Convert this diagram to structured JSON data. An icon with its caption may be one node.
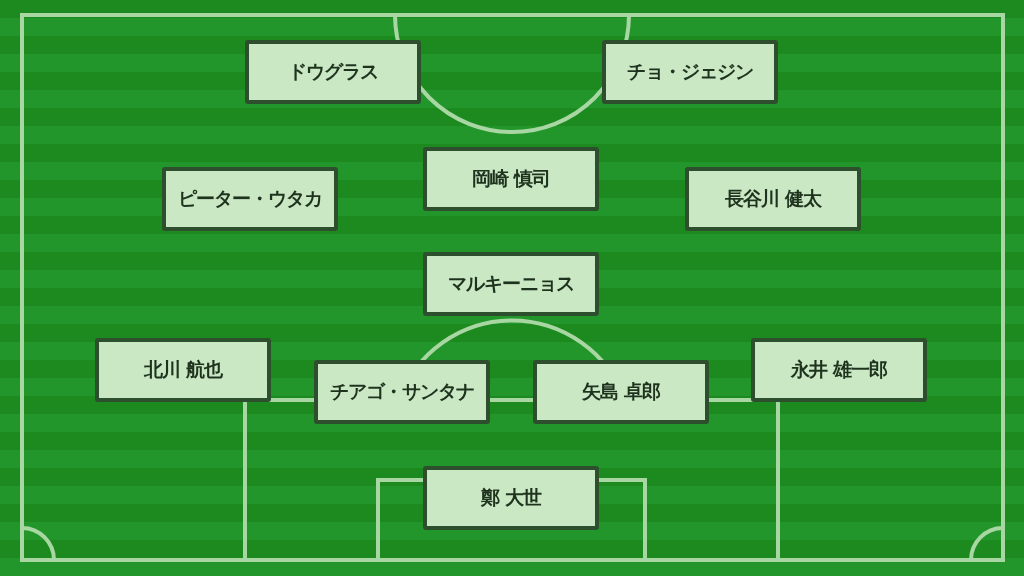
{
  "diagram": {
    "nodes": [
      {
        "text": [
          "ドウグラス"
        ]
      },
      {
        "text": [
          "チョ・ジェジン"
        ]
      },
      {
        "text": [
          "ピーター・ウタカ"
        ]
      },
      {
        "text": [
          "岡崎 慎司"
        ]
      },
      {
        "text": [
          "長谷川 健太"
        ]
      },
      {
        "text": [
          "マルキーニョス"
        ]
      },
      {
        "text": [
          "北川 航也"
        ]
      },
      {
        "text": [
          "チアゴ・サンタナ"
        ]
      },
      {
        "text": [
          "矢島 卓郎"
        ]
      },
      {
        "text": [
          "永井 雄一郎"
        ]
      },
      {
        "text": [
          "鄭 大世"
        ]
      }
    ]
  }
}
